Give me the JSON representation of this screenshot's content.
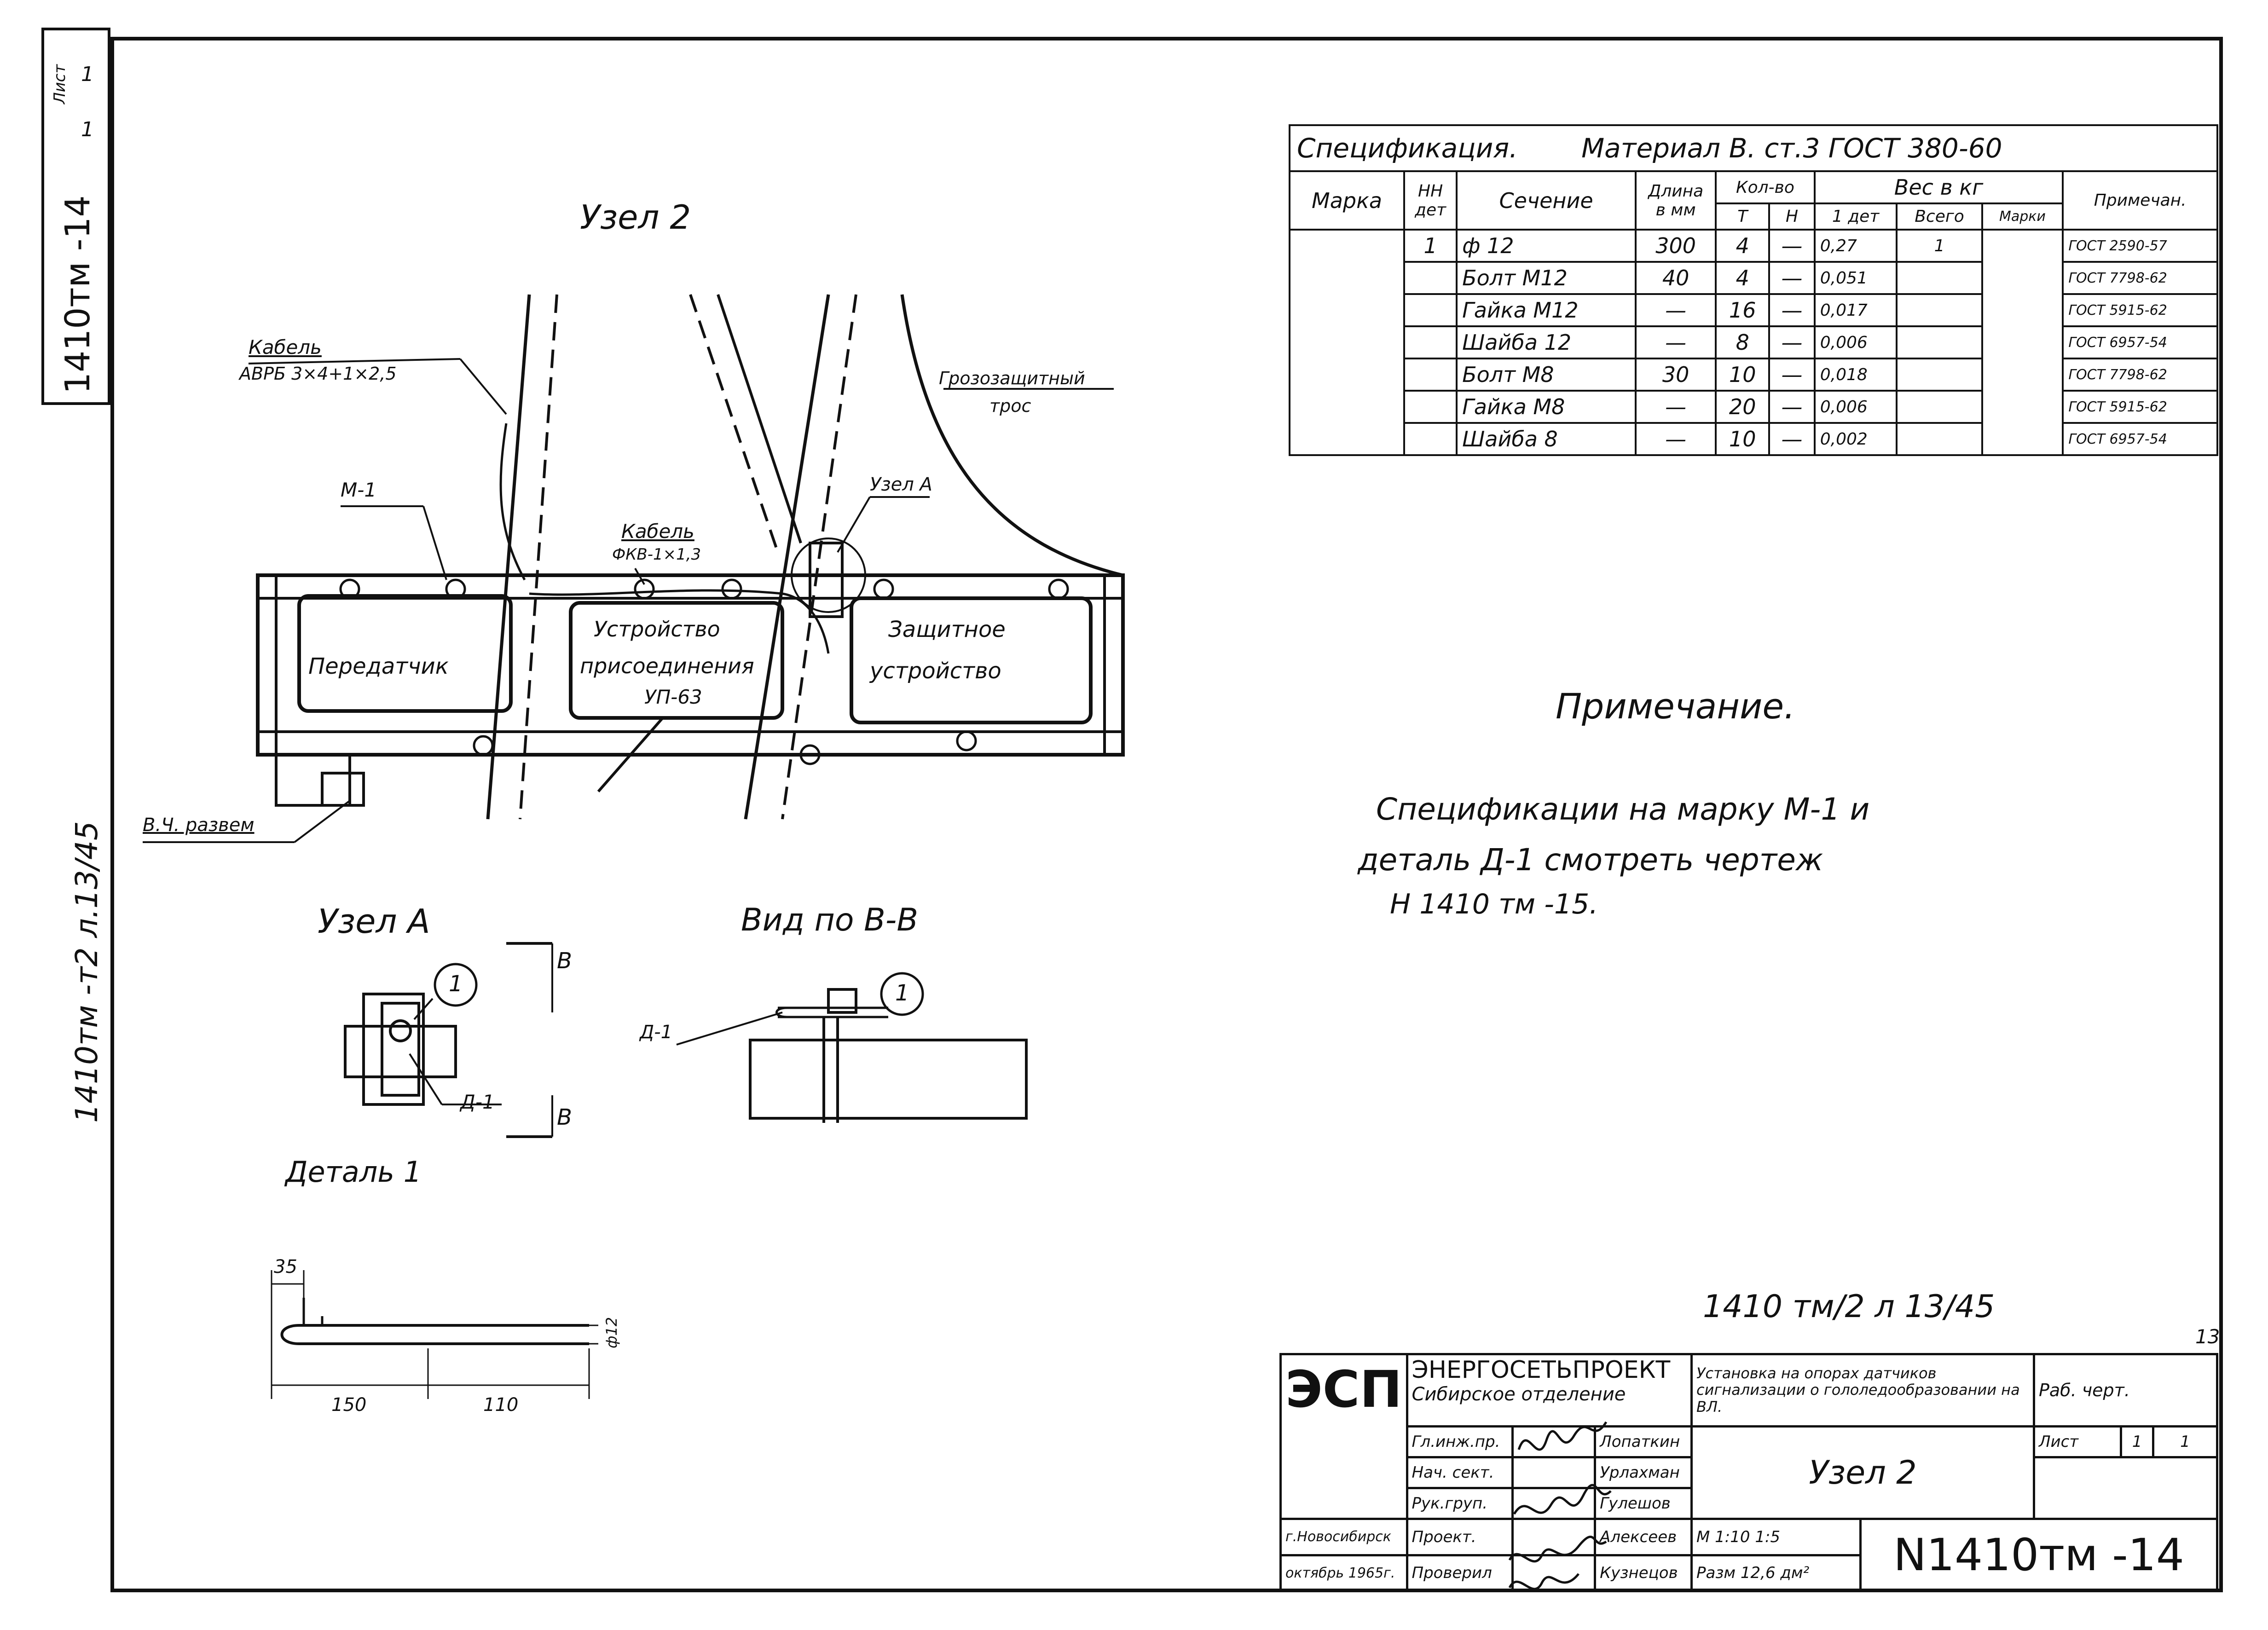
{
  "side_strip": {
    "sheet_label": "Лист",
    "sheet_nums": [
      "1",
      "1"
    ],
    "drawing_code": "1410тм -14",
    "archive_ref": "1410тм -т2 л.13/45"
  },
  "main_view": {
    "title": "Узел 2",
    "cable1_label": "Кабель",
    "cable1_spec": "АВРБ 3×4+1×2,5",
    "cable2_label": "Кабель",
    "cable2_spec": "ФКВ-1×1,3",
    "m1_label": "М-1",
    "rope_label": "Грозозащитный",
    "rope_label2": "трос",
    "node_a_ref": "Узел А",
    "box_transmitter": "Передатчик",
    "box_coupler_1": "Устройство",
    "box_coupler_2": "присоединения",
    "box_coupler_3": "УП-63",
    "box_protect_1": "Защитное",
    "box_protect_2": "устройство",
    "hf_connector": "В.Ч. развем"
  },
  "node_a": {
    "title": "Узел А",
    "callout": "1",
    "d1_label": "Д-1",
    "section_top": "В",
    "section_bottom": "В"
  },
  "view_bb": {
    "title": "Вид по В-В",
    "callout": "1",
    "d1_label": "Д-1"
  },
  "detail1": {
    "title": "Деталь 1",
    "dim_35": "35",
    "dim_150": "150",
    "dim_110": "110",
    "dim_dia": "ф12"
  },
  "spec_table": {
    "title": "Спецификация.",
    "material": "Материал В. ст.3 ГОСТ 380-60",
    "headers": {
      "mark": "Марка",
      "part_no": "НН дет",
      "section": "Сечение",
      "length": "Длина в мм",
      "qty": "Кол-во",
      "qty_t": "Т",
      "qty_n": "Н",
      "weight": "Вес в кг",
      "w_part": "1 дет",
      "w_total": "Всего",
      "w_mark": "Марки",
      "note": "Примечан."
    },
    "rows": [
      {
        "part": "1",
        "section": "ф 12",
        "length": "300",
        "t": "4",
        "n": "—",
        "w": "0,27",
        "total": "1",
        "note": "ГОСТ 2590-57"
      },
      {
        "part": "",
        "section": "Болт М12",
        "length": "40",
        "t": "4",
        "n": "—",
        "w": "0,051",
        "total": "",
        "note": "ГОСТ 7798-62"
      },
      {
        "part": "",
        "section": "Гайка М12",
        "length": "—",
        "t": "16",
        "n": "—",
        "w": "0,017",
        "total": "",
        "note": "ГОСТ 5915-62"
      },
      {
        "part": "",
        "section": "Шайба 12",
        "length": "—",
        "t": "8",
        "n": "—",
        "w": "0,006",
        "total": "",
        "note": "ГОСТ 6957-54"
      },
      {
        "part": "",
        "section": "Болт М8",
        "length": "30",
        "t": "10",
        "n": "—",
        "w": "0,018",
        "total": "",
        "note": "ГОСТ 7798-62"
      },
      {
        "part": "",
        "section": "Гайка М8",
        "length": "—",
        "t": "20",
        "n": "—",
        "w": "0,006",
        "total": "",
        "note": "ГОСТ 5915-62"
      },
      {
        "part": "",
        "section": "Шайба 8",
        "length": "—",
        "t": "10",
        "n": "—",
        "w": "0,002",
        "total": "",
        "note": "ГОСТ 6957-54"
      }
    ]
  },
  "note": {
    "title": "Примечание.",
    "line1": "Спецификации на марку М-1 и",
    "line2": "деталь Д-1 смотреть чертеж",
    "line3": "Н 1410 тм -15."
  },
  "archive_stamp": "1410 тм/2 л 13/45",
  "page_num": "13",
  "title_block": {
    "logo": "ЭСП",
    "org_name": "ЭНЕРГОСЕТЬПРОЕКТ",
    "org_branch": "Сибирское отделение",
    "subject": "Установка на опорах датчиков сигнализации о гололедообразовании на ВЛ.",
    "stage": "Раб. черт.",
    "sheet_label": "Лист",
    "sheet": "1",
    "sheets": "1",
    "roles": [
      "Гл.инж.пр.",
      "Нач. сект.",
      "Рук.груп.",
      "Проект.",
      "Проверил"
    ],
    "names": [
      "Лопаткин",
      "Урлахман",
      "Гулешов",
      "Алексеев",
      "Кузнецов"
    ],
    "city": "г.Новосибирск",
    "date": "октябрь 1965г.",
    "drawing_title": "Узел 2",
    "scale": "М 1:10 1:5",
    "size": "Разм 12,6 дм²",
    "number": "N1410тм -14"
  }
}
